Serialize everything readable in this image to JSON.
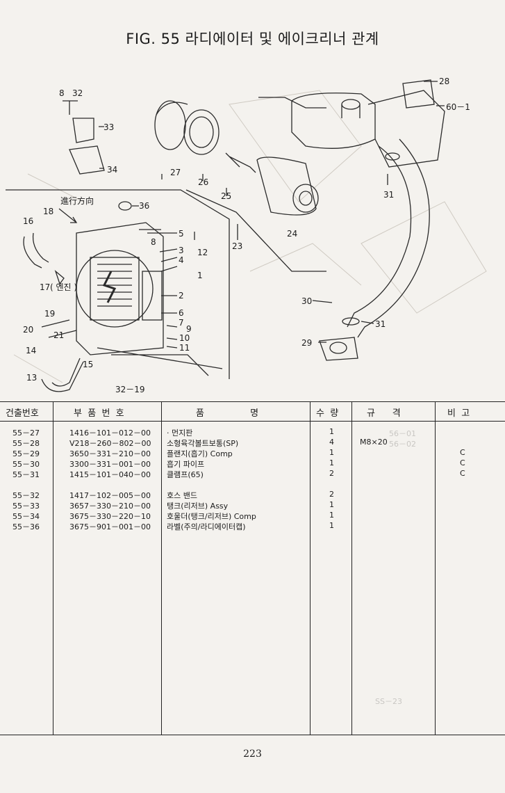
{
  "title": "FIG. 55 라디에이터 및 에이크리너 관계",
  "diagram": {
    "direction_label": "進行方向",
    "engine_label": "( 엔진 )",
    "callouts": [
      "8",
      "32",
      "33",
      "34",
      "36",
      "18",
      "16",
      "17",
      "5",
      "8",
      "3",
      "4",
      "12",
      "1",
      "2",
      "6",
      "7",
      "9",
      "10",
      "11",
      "19",
      "20",
      "21",
      "14",
      "15",
      "13",
      "32－19",
      "27",
      "26",
      "25",
      "23",
      "24",
      "28",
      "60－1",
      "31",
      "30",
      "31",
      "29"
    ]
  },
  "table": {
    "headers": {
      "no": "건출번호",
      "part": "부  품  번  호",
      "name": "품                명",
      "qty": "수  량",
      "spec": "규      격",
      "note": "비  고"
    },
    "rows": [
      {
        "no": "55－27",
        "part": "1416－101－012－00",
        "name": "· 먼지판",
        "qty": "1",
        "spec": "",
        "note": ""
      },
      {
        "no": "55－28",
        "part": "V218－260－802－00",
        "name": "소형육각볼트보통(SP)",
        "qty": "4",
        "spec": "M8×20",
        "note": ""
      },
      {
        "no": "55－29",
        "part": "3650－331－210－00",
        "name": "플랜지(흡기) Comp",
        "qty": "1",
        "spec": "",
        "note": "C"
      },
      {
        "no": "55－30",
        "part": "3300－331－001－00",
        "name": "흡기 파이프",
        "qty": "1",
        "spec": "",
        "note": "C"
      },
      {
        "no": "55－31",
        "part": "1415－101－040－00",
        "name": "클램프(65)",
        "qty": "2",
        "spec": "",
        "note": "C"
      },
      {
        "no": "55－32",
        "part": "1417－102－005－00",
        "name": "호스 밴드",
        "qty": "2",
        "spec": "",
        "note": ""
      },
      {
        "no": "55－33",
        "part": "3657－330－210－00",
        "name": "탱크(리저브) Assy",
        "qty": "1",
        "spec": "",
        "note": ""
      },
      {
        "no": "55－34",
        "part": "3675－330－220－10",
        "name": "호울더(탱크/리저브) Comp",
        "qty": "1",
        "spec": "",
        "note": ""
      },
      {
        "no": "55－36",
        "part": "3675－901－001－00",
        "name": "라벨(주의/라디에이터캡)",
        "qty": "1",
        "spec": "",
        "note": ""
      }
    ]
  },
  "page_number": "223"
}
